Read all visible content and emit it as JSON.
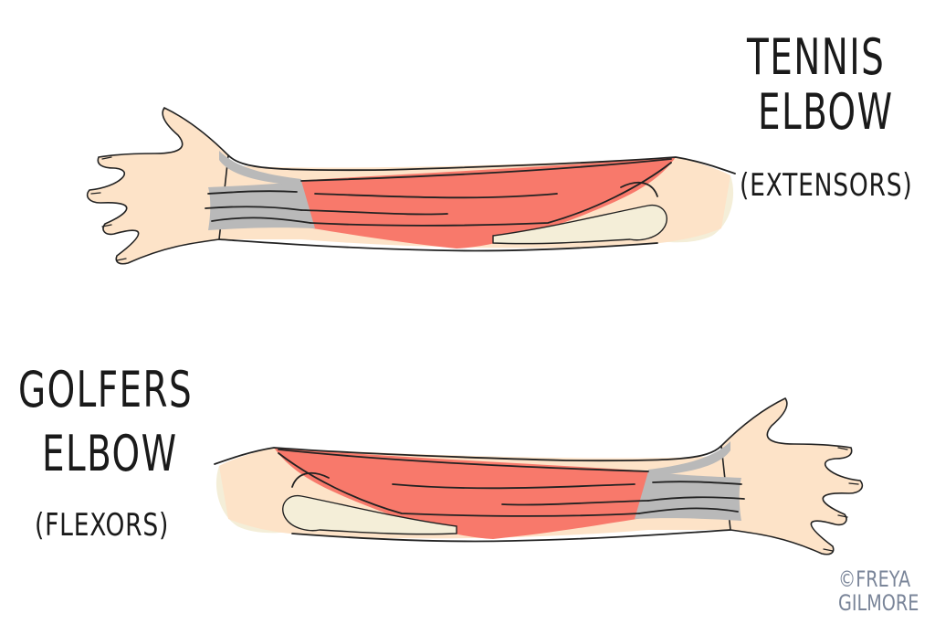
{
  "tennis": {
    "line1": "TENNIS",
    "line2": "ELBOW",
    "sub": "(EXTENSORS)"
  },
  "golfers": {
    "line1": "GOLFERS",
    "line2": "ELBOW",
    "sub": "(FLEXORS)"
  },
  "watermark": {
    "line1": "©FREYA",
    "line2": "GILMORE"
  },
  "colors": {
    "skin": "#fde3c8",
    "muscle": "#f8796b",
    "tendon": "#b9b9b9",
    "bone": "#f4eed8",
    "watermark": "#7a8599"
  }
}
